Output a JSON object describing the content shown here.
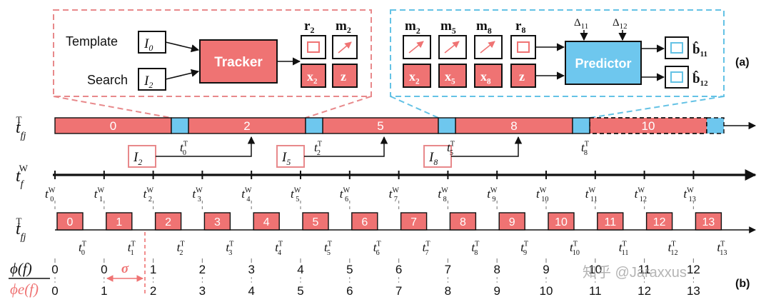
{
  "colors": {
    "red": "#ef7373",
    "red_border": "#e8898b",
    "blue": "#6ec7ee",
    "blue_border": "#64c2e5",
    "black": "#111111",
    "grey": "#8a8a8a"
  },
  "panel_a": {
    "label": "(a)",
    "tracker_box": {
      "template_label": "Template",
      "search_label": "Search",
      "template_input": "I",
      "template_sub": "0",
      "search_input": "I",
      "search_sub": "2",
      "tracker_label": "Tracker",
      "r_out": "r",
      "r_sub": "2",
      "m_out": "m",
      "m_sub": "2",
      "x_out": "x",
      "x_sub": "2",
      "z_out": "z"
    },
    "predictor_box": {
      "m_inputs": [
        {
          "base": "m",
          "sub": "2"
        },
        {
          "base": "m",
          "sub": "5"
        },
        {
          "base": "m",
          "sub": "8"
        }
      ],
      "x_inputs": [
        {
          "base": "x",
          "sub": "2"
        },
        {
          "base": "x",
          "sub": "5"
        },
        {
          "base": "x",
          "sub": "8"
        }
      ],
      "r_input": "r",
      "r_sub": "8",
      "z_input": "z",
      "delta_labels": [
        {
          "base": "Δ",
          "sub": "11"
        },
        {
          "base": "Δ",
          "sub": "12"
        }
      ],
      "predictor_label": "Predictor",
      "outputs": [
        {
          "base": "b̂",
          "sub": "11"
        },
        {
          "base": "b̂",
          "sub": "12"
        }
      ]
    }
  },
  "tracker_row": {
    "axis_label_base": "t",
    "axis_label_sub": "fj",
    "axis_label_sup": "T",
    "segments": [
      "0",
      "2",
      "5",
      "8",
      "10"
    ],
    "inputs": [
      {
        "base": "I",
        "sub": "2"
      },
      {
        "base": "I",
        "sub": "5"
      },
      {
        "base": "I",
        "sub": "8"
      }
    ],
    "timestamps": [
      {
        "base": "t",
        "sub": "0",
        "sup": "T"
      },
      {
        "base": "t",
        "sub": "2",
        "sup": "T"
      },
      {
        "base": "t",
        "sub": "5",
        "sup": "T"
      },
      {
        "base": "t",
        "sub": "8",
        "sup": "T"
      }
    ]
  },
  "world_row": {
    "axis_label_base": "t",
    "axis_label_sub": "f",
    "axis_label_sup": "W",
    "ticks": [
      "0",
      "1",
      "2",
      "3",
      "4",
      "5",
      "6",
      "7",
      "8",
      "9",
      "10",
      "11",
      "12",
      "13"
    ]
  },
  "frame_row": {
    "axis_label_base": "t",
    "axis_label_sub": "fj",
    "axis_label_sup": "T",
    "frames": [
      "0",
      "1",
      "2",
      "3",
      "4",
      "5",
      "6",
      "7",
      "8",
      "9",
      "10",
      "11",
      "12",
      "13"
    ]
  },
  "phi_rows": {
    "phi_label": "ϕ(f)",
    "phi_e_label": "ϕe(f)",
    "phi_values": [
      "0",
      "0",
      "1",
      "2",
      "3",
      "4",
      "5",
      "6",
      "7",
      "8",
      "9",
      "10",
      "11",
      "12"
    ],
    "phi_e_values": [
      "0",
      "1",
      "2",
      "3",
      "4",
      "5",
      "6",
      "7",
      "8",
      "9",
      "10",
      "11",
      "12",
      "13"
    ],
    "sigma_label": "σ",
    "panel_b_label": "(b)"
  },
  "watermark": "知乎 @Jaraxxus"
}
